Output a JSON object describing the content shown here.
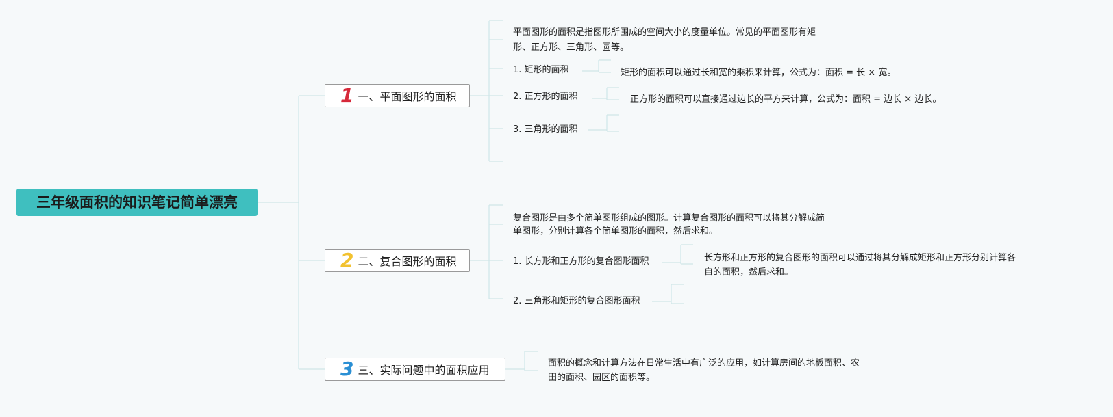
{
  "root": {
    "title": "三年级面积的知识笔记简单漂亮"
  },
  "colors": {
    "root_bg": "#3fbfbf",
    "connector": "#cfe6e8",
    "number_1": "#d62839",
    "number_2": "#f2c230",
    "number_3": "#2a8fd4"
  },
  "branches": [
    {
      "number": "1",
      "label": "一、平面图形的面积",
      "intro_line1": "平面图形的面积是指图形所围成的空间大小的度量单位。常见的平面图形有矩",
      "intro_line2": "形、正方形、三角形、圆等。",
      "children": [
        {
          "label": "1. 矩形的面积",
          "detail": "矩形的面积可以通过长和宽的乘积来计算，公式为：面积 = 长 × 宽。"
        },
        {
          "label": "2. 正方形的面积",
          "detail": "正方形的面积可以直接通过边长的平方来计算，公式为：面积 = 边长 × 边长。"
        },
        {
          "label": "3. 三角形的面积"
        }
      ]
    },
    {
      "number": "2",
      "label": "二、复合图形的面积",
      "intro_line1": "复合图形是由多个简单图形组成的图形。计算复合图形的面积可以将其分解成简",
      "intro_line2": "单图形，分别计算各个简单图形的面积，然后求和。",
      "children": [
        {
          "label": "1. 长方形和正方形的复合图形面积",
          "detail_line1": "长方形和正方形的复合图形的面积可以通过将其分解成矩形和正方形分别计算各",
          "detail_line2": "自的面积，然后求和。"
        },
        {
          "label": "2. 三角形和矩形的复合图形面积"
        }
      ]
    },
    {
      "number": "3",
      "label": "三、实际问题中的面积应用",
      "detail_line1": "面积的概念和计算方法在日常生活中有广泛的应用，如计算房间的地板面积、农",
      "detail_line2": "田的面积、园区的面积等。"
    }
  ]
}
